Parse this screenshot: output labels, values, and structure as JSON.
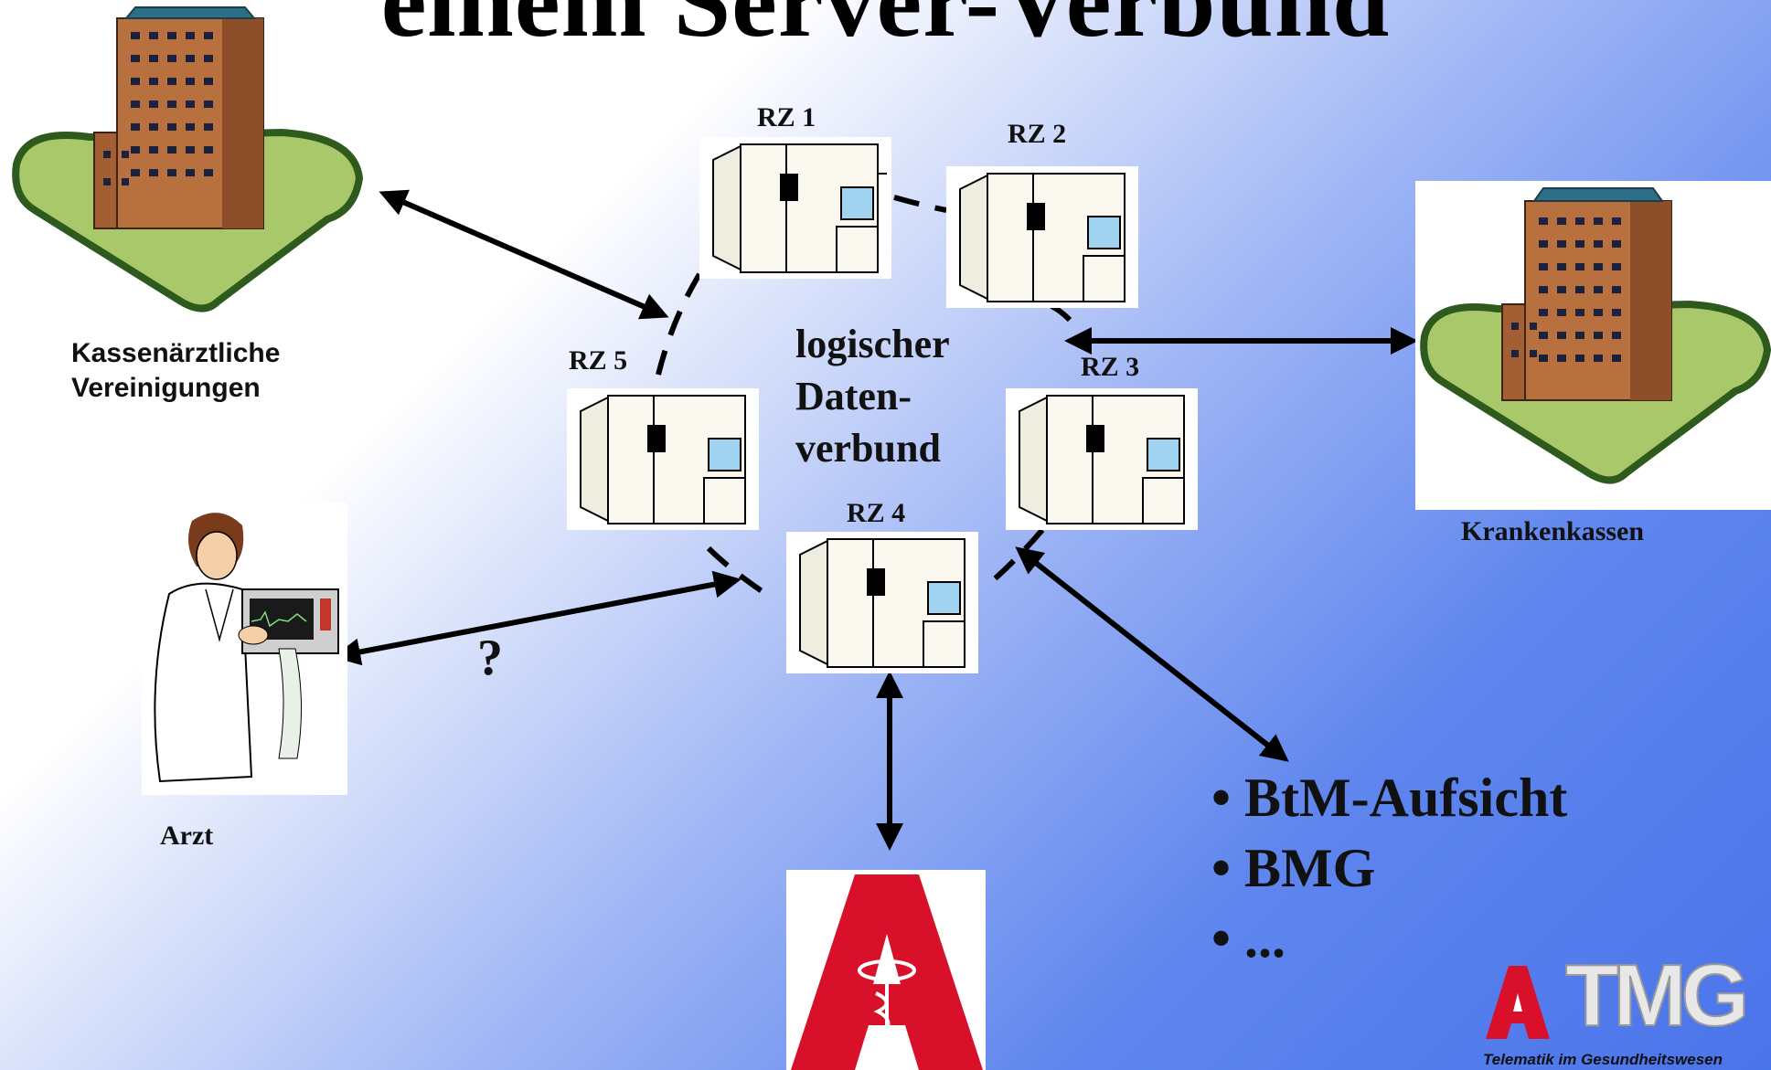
{
  "title": "einem Server-Verbund",
  "nodes": {
    "rz1": "RZ 1",
    "rz2": "RZ 2",
    "rz3": "RZ 3",
    "rz4": "RZ 4",
    "rz5": "RZ 5"
  },
  "center_label": [
    "logischer",
    "Daten-",
    "verbund"
  ],
  "actors": {
    "kv_line1": "Kassenärztliche",
    "kv_line2": "Vereinigungen",
    "krankenkassen": "Krankenkassen",
    "arzt": "Arzt",
    "question": "?"
  },
  "bullets": [
    "• BtM-Aufsicht",
    "• BMG",
    "• ..."
  ],
  "logo": {
    "tmg_text": "TMG",
    "caption": "Telematik im Gesundheitswesen"
  },
  "colors": {
    "apotheke_red": "#d8102a",
    "server_body": "#fbf8ef",
    "building_brick": "#b8703f",
    "lawn": "#a8c86a",
    "lawn_edge": "#2f5a1e"
  },
  "icons": [
    "server-icon",
    "office-building-icon",
    "doctor-icon",
    "pharmacy-a-icon",
    "tmg-logo"
  ]
}
